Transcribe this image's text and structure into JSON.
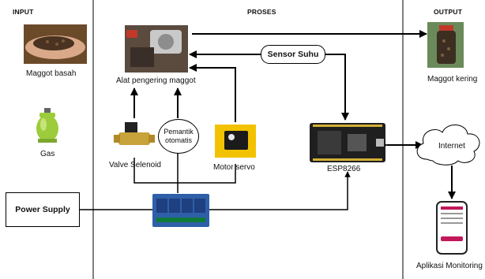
{
  "headers": {
    "input": "INPUT",
    "proses": "PROSES",
    "output": "OUTPUT"
  },
  "nodes": {
    "maggot_basah": "Maggot basah",
    "gas": "Gas",
    "power_supply": "Power Supply",
    "alat_pengering": "Alat pengering maggot",
    "sensor_suhu": "Sensor Suhu",
    "pemantik_line1": "Pemantik",
    "pemantik_line2": "otomatis",
    "valve_selenoid": "Valve Selenoid",
    "motor_servo": "Motor servo",
    "esp8266": "ESP8266",
    "internet": "Internet",
    "maggot_kering": "Maggot kering",
    "aplikasi_monitoring": "Aplikasi Monitoring"
  },
  "icons": {
    "maggot_basah": "hand-holding-maggot-photo",
    "gas": "lpg-gas-cylinder-icon",
    "dryer": "maggot-dryer-machine-photo",
    "valve": "solenoid-valve-photo",
    "servo": "servo-motor-photo",
    "relay": "relay-module-photo",
    "esp": "esp8266-board-photo",
    "cloud": "cloud-icon",
    "jar": "maggot-jar-photo",
    "phone": "smartphone-app-icon"
  },
  "colors": {
    "line": "#000000",
    "gas_body": "#9ccc3c",
    "relay_board": "#2e5fa8",
    "esp_board": "#1f1f1f",
    "phone_accent": "#c2185b"
  }
}
